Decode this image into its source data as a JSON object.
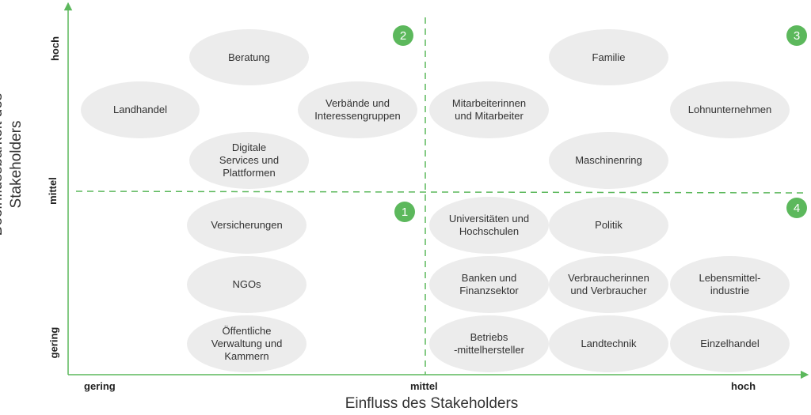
{
  "colors": {
    "accent": "#5cb85c",
    "bubble": "#ececec"
  },
  "axes": {
    "x_title": "Einfluss des Stakeholders",
    "y_title": "Beeinflussbarkeit des\nStakeholders",
    "x_ticks": [
      "gering",
      "mittel",
      "hoch"
    ],
    "y_ticks": [
      "hoch",
      "mittel",
      "gering"
    ]
  },
  "quadrant_badges": [
    "1",
    "2",
    "3",
    "4"
  ],
  "stakeholders": [
    {
      "label": "Beratung"
    },
    {
      "label": "Landhandel"
    },
    {
      "label": "Verbände und\nInteressengruppen"
    },
    {
      "label": "Digitale\nServices und\nPlattformen"
    },
    {
      "label": "Versicherungen"
    },
    {
      "label": "NGOs"
    },
    {
      "label": "Öffentliche\nVerwaltung und\nKammern"
    },
    {
      "label": "Mitarbeiterinnen\nund Mitarbeiter"
    },
    {
      "label": "Familie"
    },
    {
      "label": "Lohnunternehmen"
    },
    {
      "label": "Maschinenring"
    },
    {
      "label": "Universitäten und\nHochschulen"
    },
    {
      "label": "Politik"
    },
    {
      "label": "Banken und\nFinanzsektor"
    },
    {
      "label": "Verbraucherinnen\nund Verbraucher"
    },
    {
      "label": "Lebensmittel-\nindustrie"
    },
    {
      "label": "Betriebs\n-mittelhersteller"
    },
    {
      "label": "Landtechnik"
    },
    {
      "label": "Einzelhandel"
    }
  ]
}
